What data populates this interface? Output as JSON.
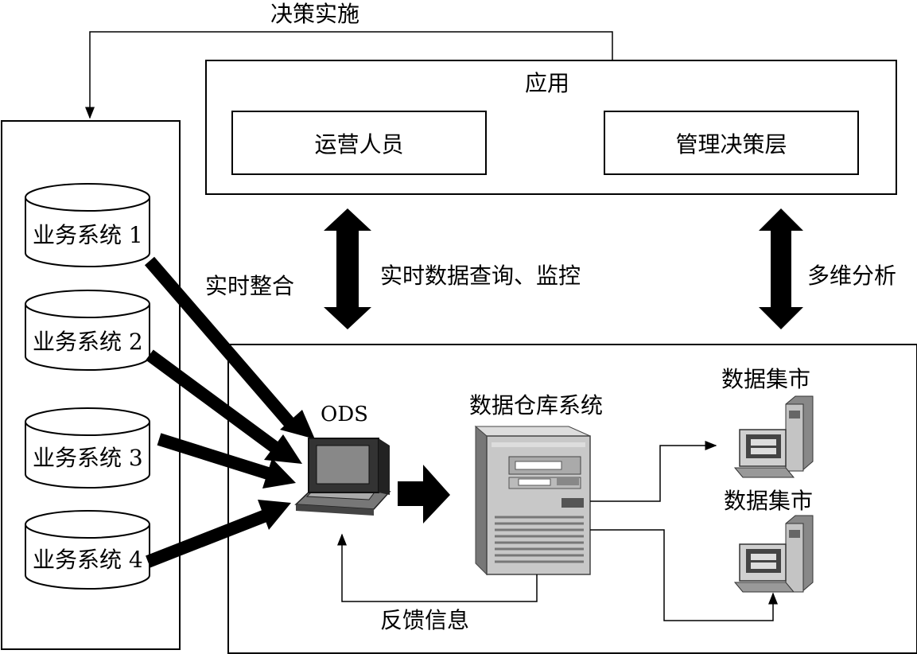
{
  "labels": {
    "decision_impl": "决策实施",
    "application": "应用",
    "operators": "运营人员",
    "management": "管理决策层",
    "systems": [
      "业务系统 1",
      "业务系统 2",
      "业务系统 3",
      "业务系统 4"
    ],
    "realtime_integration": "实时整合",
    "realtime_query": "实时数据查询、监控",
    "multidim_analysis": "多维分析",
    "ods": "ODS",
    "warehouse": "数据仓库系统",
    "datamart_1": "数据集市",
    "datamart_2": "数据集市",
    "feedback": "反馈信息"
  }
}
